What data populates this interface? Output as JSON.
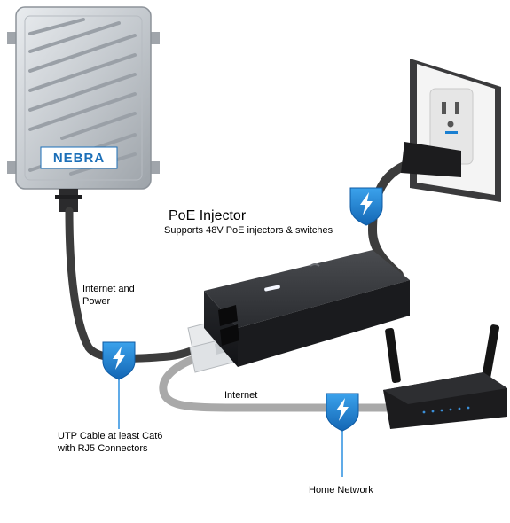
{
  "diagram": {
    "device_brand": "NEBRA",
    "injector_title": "PoE Injector",
    "injector_subtitle": "Supports 48V PoE injectors & switches",
    "cable_to_device_label": "Internet and Power",
    "cable_spec_label": "UTP Cable at least Cat6 with RJ5 Connectors",
    "router_link_label": "Internet",
    "router_label": "Home Network"
  },
  "colors": {
    "badge_blue": "#1a7fd1",
    "cable_dark": "#3c3c3c",
    "cable_grey": "#a9a9a9",
    "callout_line": "#2a8fe0"
  },
  "icons": [
    "lightning-badge-icon",
    "nebra-enclosure-icon",
    "poe-injector-icon",
    "wall-outlet-icon",
    "router-icon"
  ]
}
